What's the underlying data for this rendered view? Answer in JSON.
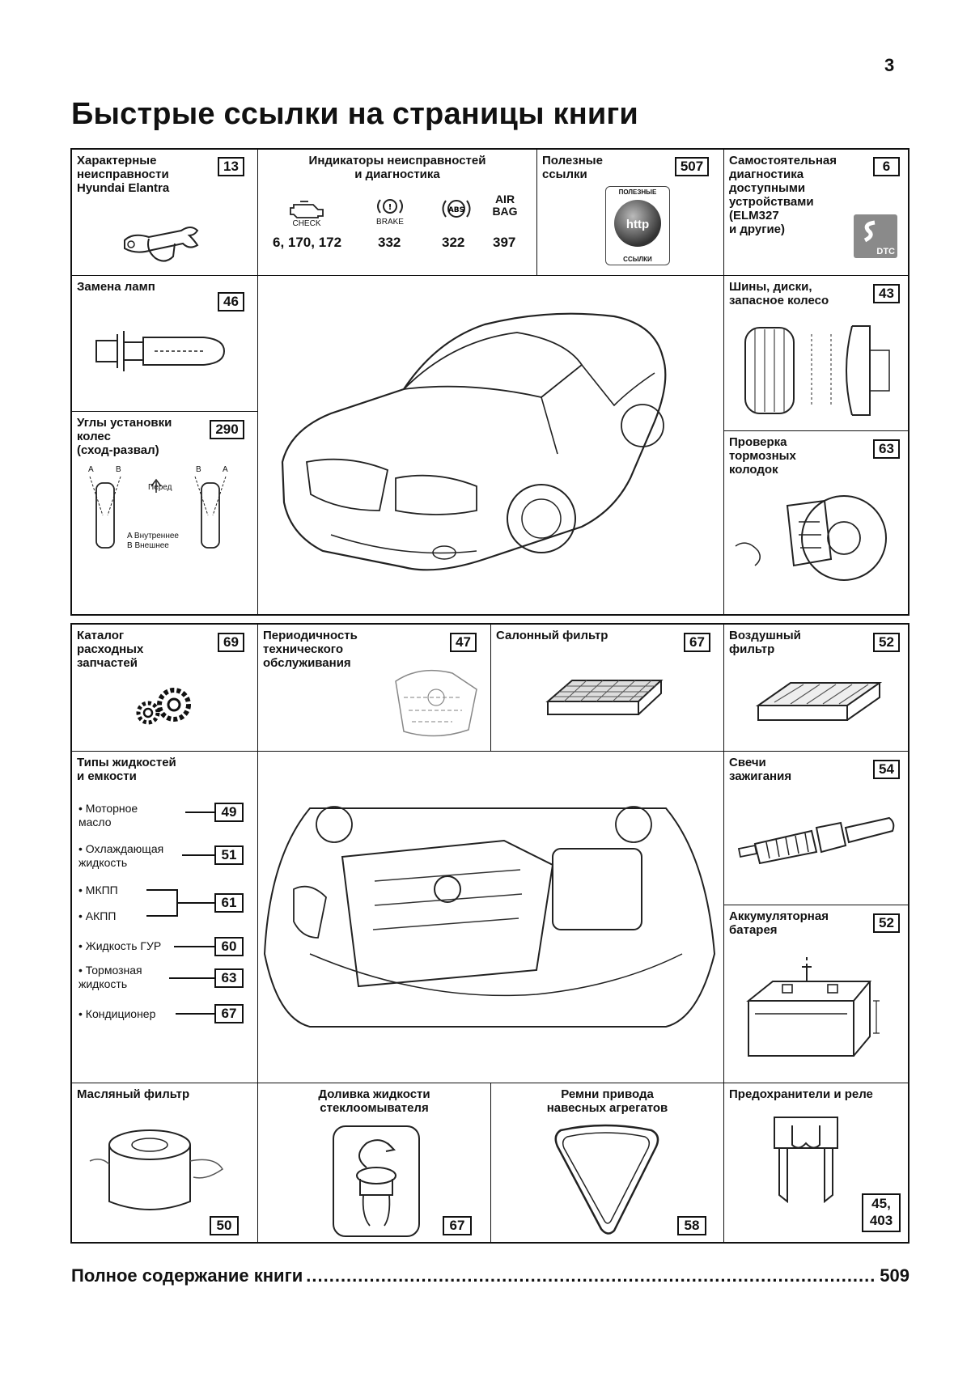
{
  "page_number": "3",
  "title": "Быстрые ссылки на страницы книги",
  "row1": {
    "faults": {
      "label": "Характерные\nнеисправности\nHyundai Elantra",
      "page": "13"
    },
    "indicators": {
      "label": "Индикаторы неисправностей\nи диагностика",
      "items": [
        {
          "icon": "check-engine-icon",
          "text": "CHECK",
          "page": "6, 170, 172"
        },
        {
          "icon": "brake-warning-icon",
          "text": "BRAKE",
          "page": "332"
        },
        {
          "icon": "abs-warning-icon",
          "text": "ABS",
          "page": "322"
        },
        {
          "icon": "airbag-warning-icon",
          "text": "AIR\nBAG",
          "page": "397"
        }
      ]
    },
    "links": {
      "label": "Полезные\nссылки",
      "page": "507",
      "badge_top": "ПОЛЕЗНЫЕ",
      "badge_bottom": "ССЫЛКИ",
      "badge_center": "http"
    },
    "selfdiag": {
      "label": "Самостоятельная\nдиагностика\nдоступными\nустройствами\n(ELM327\nи другие)",
      "page": "6",
      "badge": "DTC"
    }
  },
  "row2": {
    "lamps": {
      "label": "Замена ламп",
      "page": "46"
    },
    "alignment": {
      "label": "Углы установки\nколес\n(сход-развал)",
      "page": "290",
      "diagram_front": "Перед",
      "diagram_legend_a": "A  Внутреннее",
      "diagram_legend_b": "B  Внешнее",
      "letters": [
        "A",
        "B",
        "B",
        "A"
      ]
    },
    "tires": {
      "label": "Шины, диски,\nзапасное колесо",
      "page": "43"
    },
    "brakes": {
      "label": "Проверка\nтормозных\nколодок",
      "page": "63"
    }
  },
  "row3": {
    "catalog": {
      "label": "Каталог\nрасходных\nзапчастей",
      "page": "69"
    },
    "maintenance": {
      "label": "Периодичность\nтехнического\nобслуживания",
      "page": "47"
    },
    "cabin_filter": {
      "label": "Салонный фильтр",
      "page": "67"
    },
    "air_filter": {
      "label": "Воздушный\nфильтр",
      "page": "52"
    }
  },
  "row4": {
    "fluids": {
      "label": "Типы жидкостей\nи емкости",
      "items": [
        {
          "text": "• Моторное\n  масло",
          "page": "49"
        },
        {
          "text": "• Охлаждающая\n  жидкость",
          "page": "51"
        },
        {
          "text": "• МКПП",
          "page": ""
        },
        {
          "text": "• АКПП",
          "page": "61"
        },
        {
          "text": "• Жидкость ГУР",
          "page": "60"
        },
        {
          "text": "• Тормозная\n  жидкость",
          "page": "63"
        },
        {
          "text": "• Кондиционер",
          "page": "67"
        }
      ]
    },
    "plugs": {
      "label": "Свечи\nзажигания",
      "page": "54"
    },
    "battery": {
      "label": "Аккумуляторная\nбатарея",
      "page": "52"
    }
  },
  "row5": {
    "oil_filter": {
      "label": "Масляный фильтр",
      "page": "50"
    },
    "washer": {
      "label": "Доливка жидкости\nстеклоомывателя",
      "page": "67"
    },
    "belts": {
      "label": "Ремни привода\nнавесных агрегатов",
      "page": "58"
    },
    "fuses": {
      "label": "Предохранители и реле",
      "page": "45,\n403"
    }
  },
  "toc": {
    "label": "Полное содержание книги",
    "page": "509"
  }
}
